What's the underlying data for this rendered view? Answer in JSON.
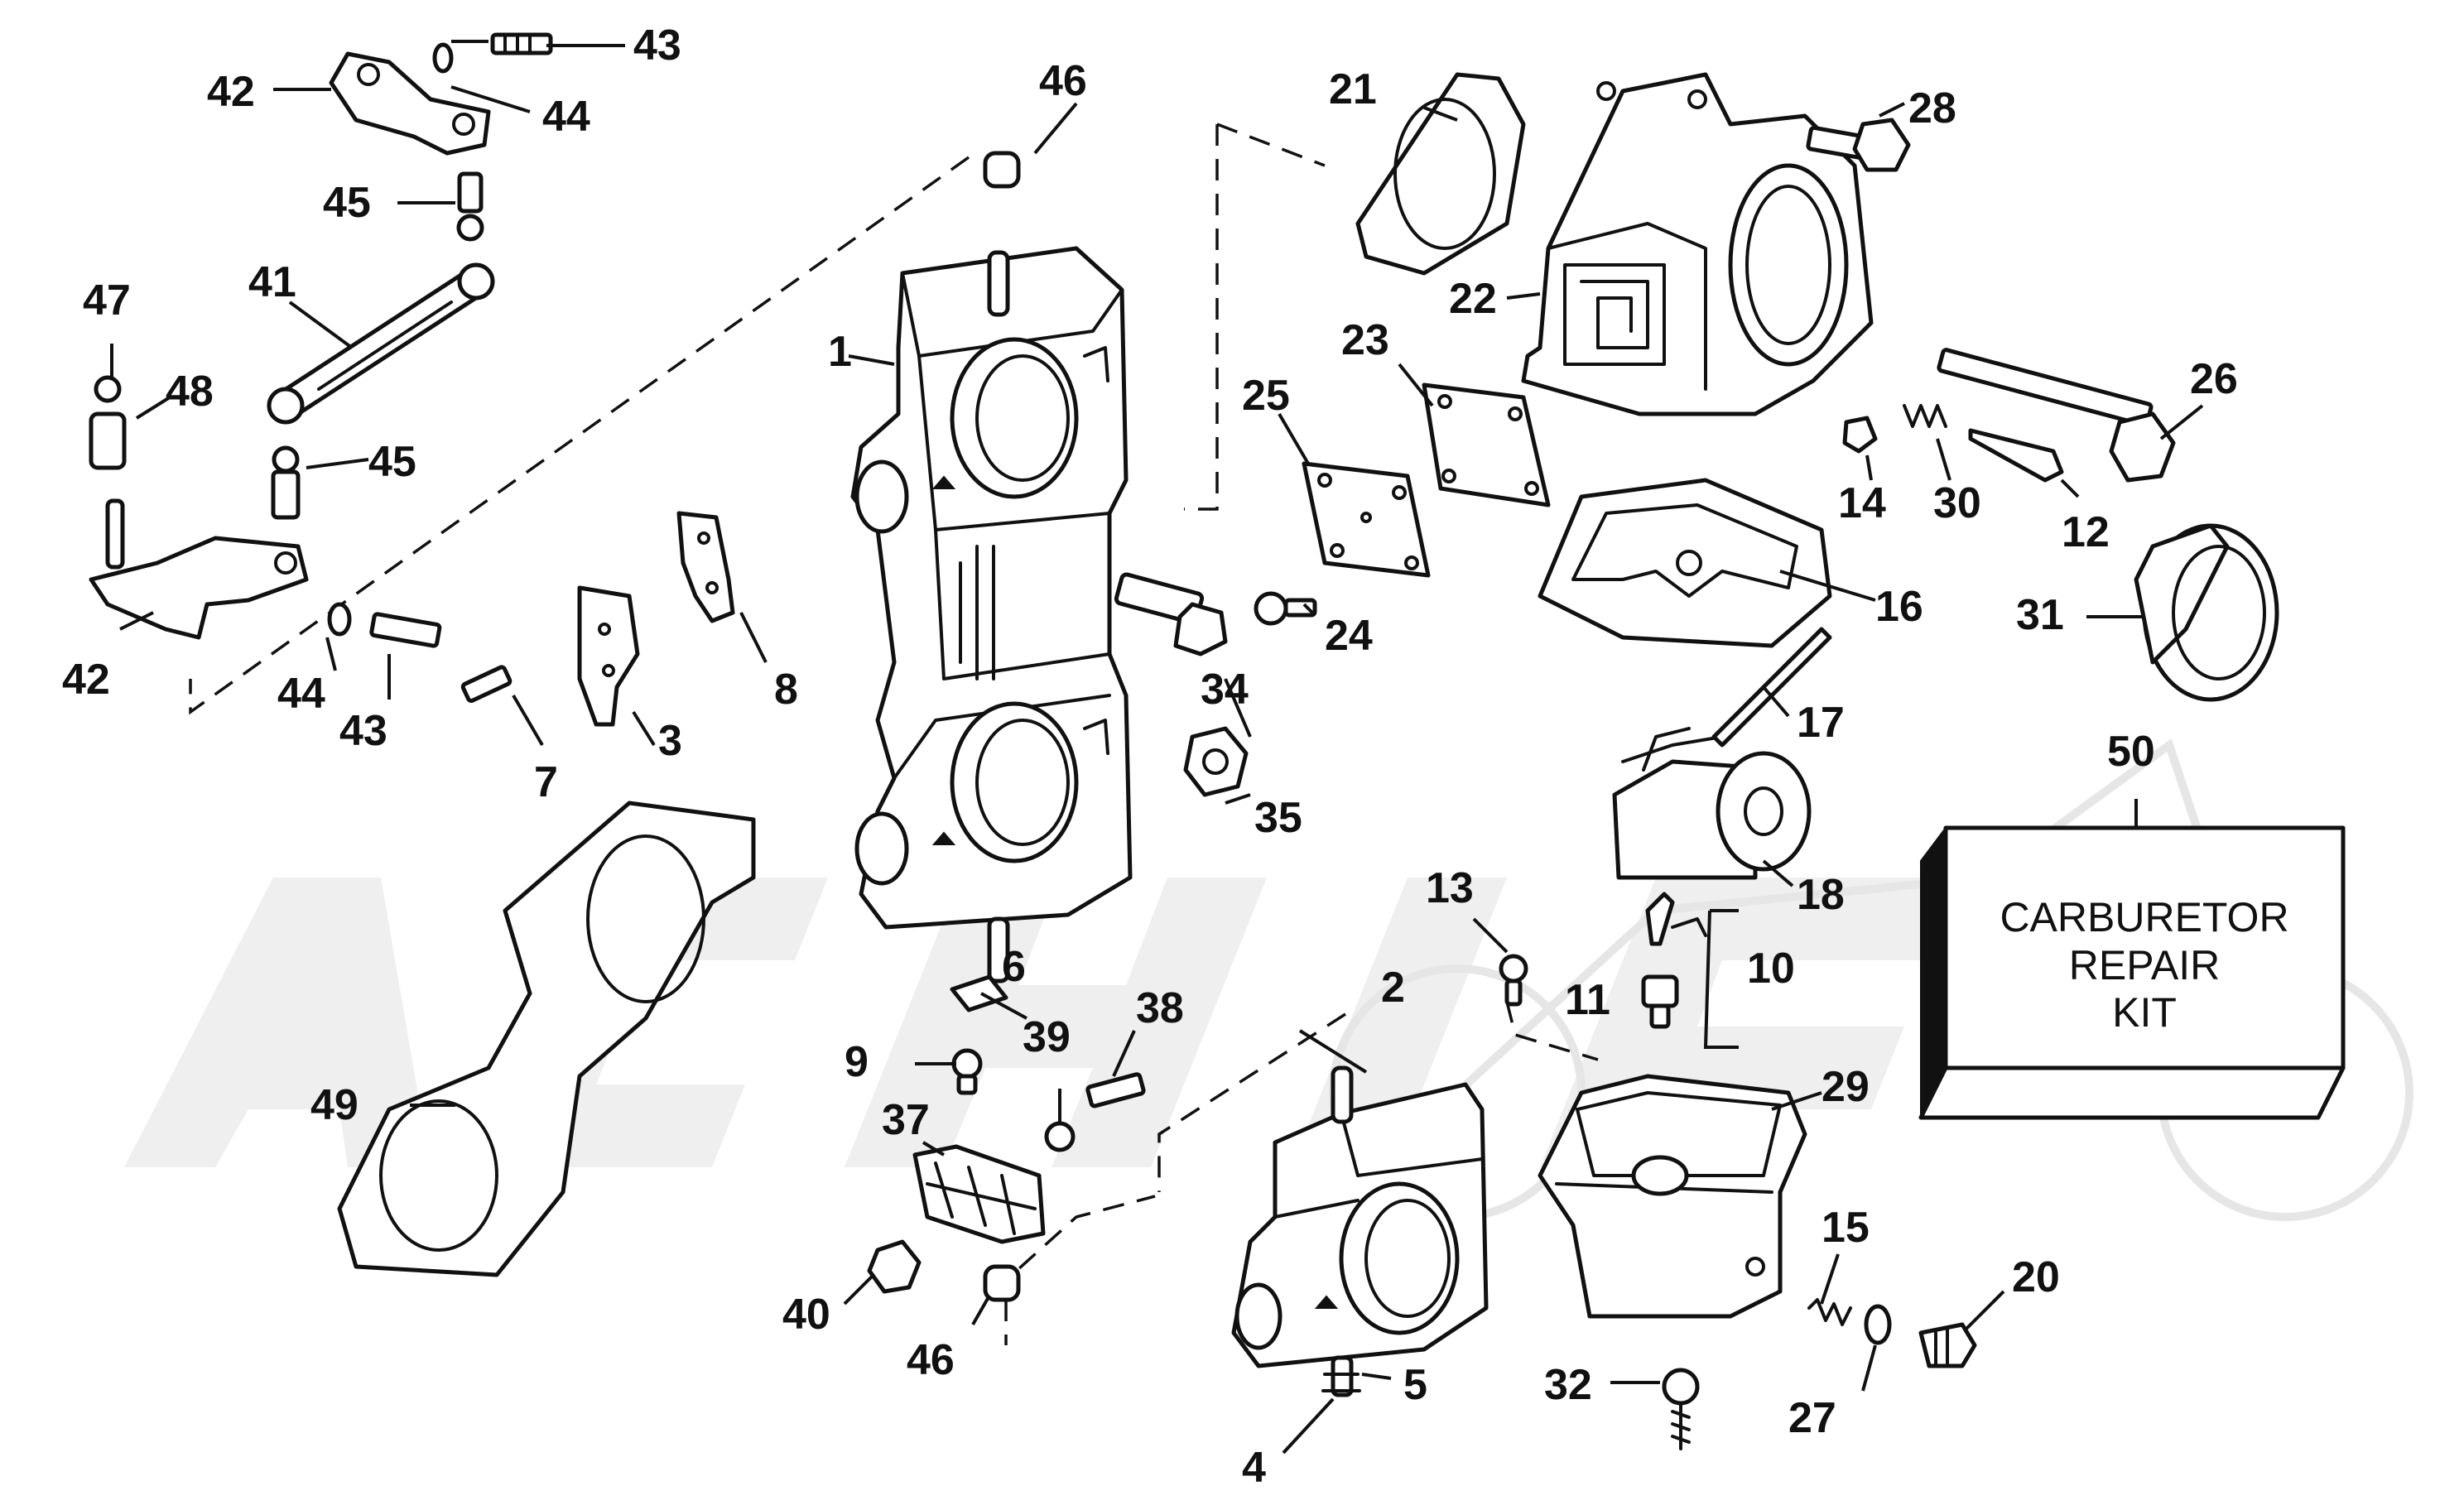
{
  "diagram": {
    "kit_label_lines": [
      "CARBURETOR",
      "REPAIR",
      "KIT"
    ],
    "callouts": {
      "c1": "1",
      "c2": "2",
      "c3": "3",
      "c4": "4",
      "c5": "5",
      "c6": "6",
      "c7": "7",
      "c8": "8",
      "c9": "9",
      "c10": "10",
      "c11": "11",
      "c12": "12",
      "c13": "13",
      "c14": "14",
      "c15": "15",
      "c16": "16",
      "c17": "17",
      "c18": "18",
      "c20": "20",
      "c21": "21",
      "c22": "22",
      "c23": "23",
      "c24": "24",
      "c25": "25",
      "c26": "26",
      "c27": "27",
      "c28": "28",
      "c29": "29",
      "c30": "30",
      "c31": "31",
      "c32": "32",
      "c34": "34",
      "c35": "35",
      "c37": "37",
      "c38": "38",
      "c39": "39",
      "c40": "40",
      "c41": "41",
      "c42a": "42",
      "c42b": "42",
      "c43a": "43",
      "c43b": "43",
      "c44a": "44",
      "c44b": "44",
      "c45a": "45",
      "c45b": "45",
      "c46a": "46",
      "c46b": "46",
      "c47": "47",
      "c48": "48",
      "c49": "49",
      "c50": "50"
    },
    "colors": {
      "ink": "#111111",
      "background": "#ffffff",
      "watermark": "#e6e6e6"
    }
  }
}
